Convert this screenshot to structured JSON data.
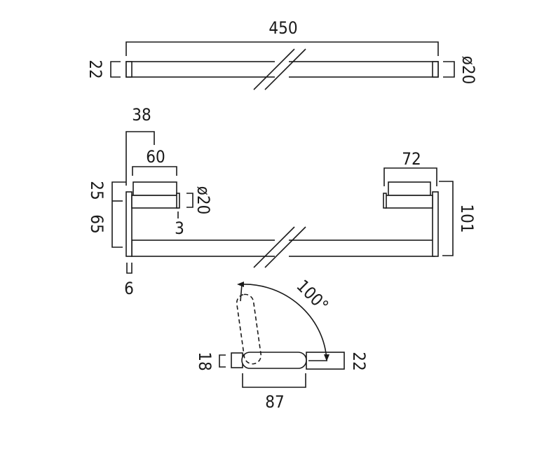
{
  "top_view": {
    "length": "450",
    "height_left": "22",
    "diameter": "ø20"
  },
  "side_view": {
    "projection_left": "38",
    "bracket_width_left": "60",
    "top_offset": "25",
    "bar_offset": "65",
    "arm_diameter": "ø20",
    "gap": "3",
    "plate_thickness": "6",
    "bracket_width_right": "72",
    "total_height": "101"
  },
  "rotation_view": {
    "angle": "100°",
    "arm_height": "18",
    "plate_height": "22",
    "arm_length": "87"
  },
  "colors": {
    "line": "#1a1a1a",
    "background": "#ffffff"
  }
}
